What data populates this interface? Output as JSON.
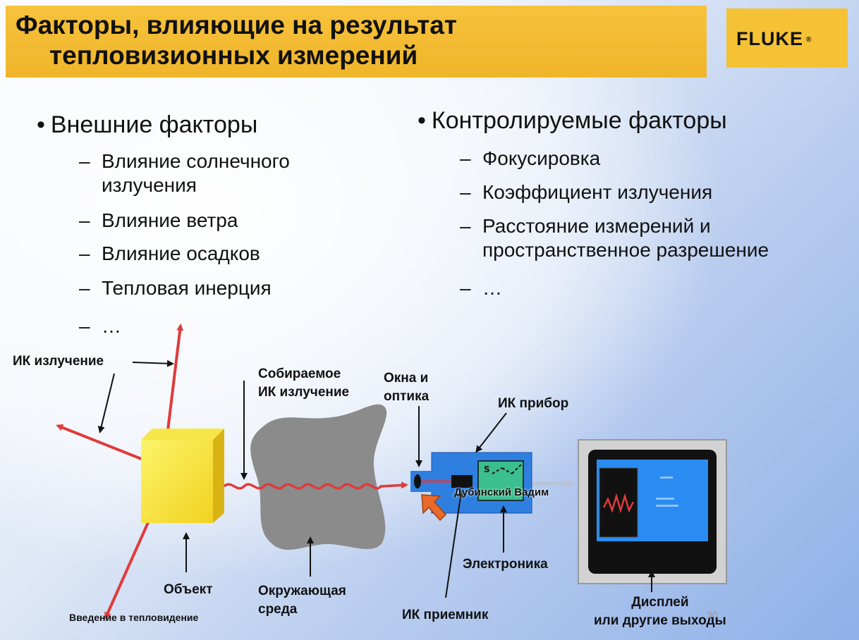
{
  "header": {
    "title_line1": "Факторы, влияющие на результат",
    "title_line2": "тепловизионных измерений",
    "logo": "FLUKE",
    "logo_mark": "®"
  },
  "left_column": {
    "heading": "Внешние факторы",
    "items": [
      {
        "line1": "Влияние солнечного",
        "line2": "излучения"
      },
      {
        "line1": "Влияние ветра"
      },
      {
        "line1": "Влияние осадков"
      },
      {
        "line1": "Тепловая инерция"
      },
      {
        "line1": "…"
      }
    ]
  },
  "right_column": {
    "heading": "Контролируемые факторы",
    "items": [
      {
        "line1": "Фокусировка"
      },
      {
        "line1": "Коэффициент излучения"
      },
      {
        "line1": "Расстояние измерений и",
        "line2": "пространственное разрешение"
      },
      {
        "line1": "…"
      }
    ]
  },
  "diagram": {
    "ir_radiation": "ИК излучение",
    "collected_line1": "Собираемое",
    "collected_line2": "ИК излучение",
    "windows_line1": "Окна и",
    "windows_line2": "оптика",
    "ir_device": "ИК прибор",
    "object": "Объект",
    "environment_line1": "Окружающая",
    "environment_line2": "среда",
    "ir_receiver": "ИК приемник",
    "electronics": "Электроника",
    "display_line1": "Дисплей",
    "display_line2": "или другие выходы",
    "footer_note": "Введение в тепловидение",
    "watermark": "Дубинский Вадим",
    "page_number": "30"
  },
  "colors": {
    "title_bar": "#f0b52a",
    "arrow_red": "#e03a3a",
    "object_yellow": "#f6ea3a",
    "device_blue": "#2f7fe0",
    "display_blue": "#2a8cf0"
  }
}
